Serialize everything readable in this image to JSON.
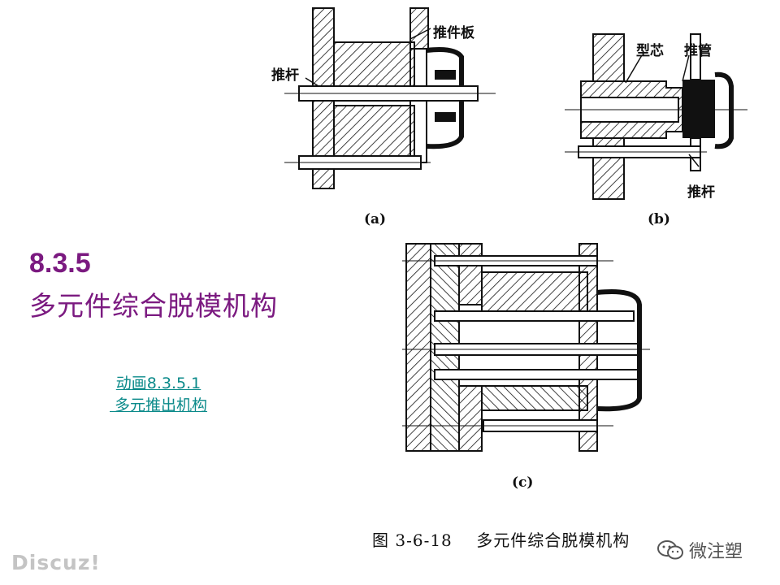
{
  "figure_a": {
    "label": "(a)",
    "callout_plate": "推件板",
    "callout_rod": "推杆"
  },
  "figure_b": {
    "label": "(b)",
    "callout_core": "型芯",
    "callout_tube": "推管",
    "callout_rod": "推杆"
  },
  "figure_c": {
    "label": "(c)"
  },
  "heading": {
    "number": "8.3.5",
    "title": "多元件综合脱模机构"
  },
  "links": {
    "line1": "动画8.3.5.1",
    "line2": " 多元推出机构"
  },
  "caption": "图 3-6-18    多元件综合脱模机构",
  "watermark_left": "Discuz!",
  "watermark_right": "微注塑",
  "colors": {
    "heading": "#7b1a80",
    "link": "#0b8a8a"
  }
}
